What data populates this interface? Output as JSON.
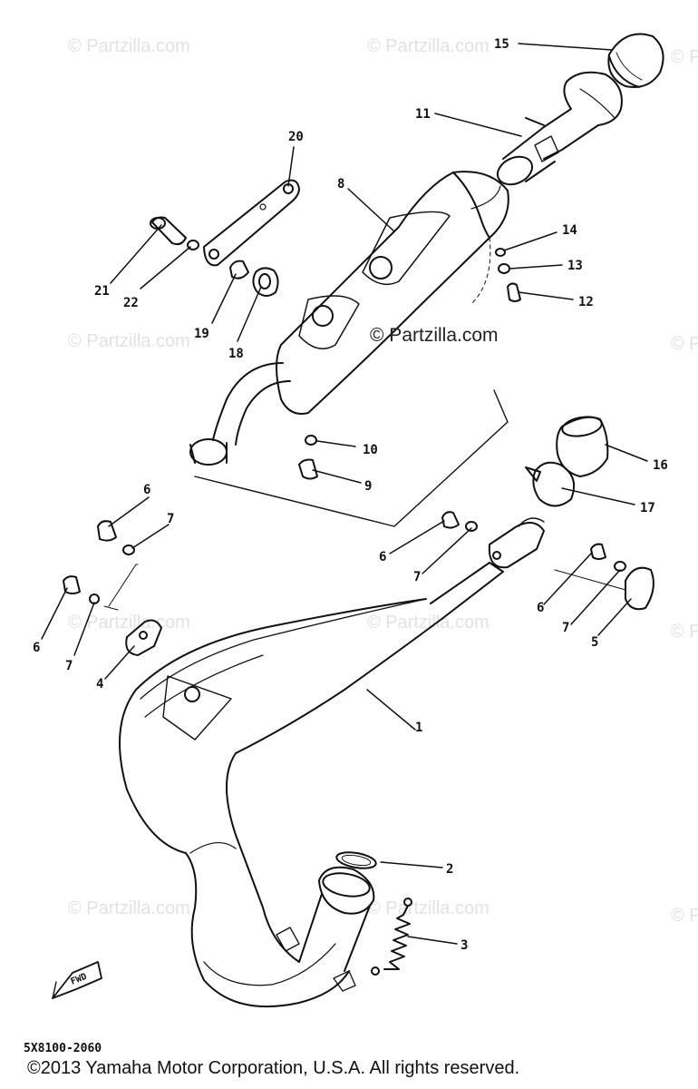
{
  "watermark": "© Partzilla.com",
  "center_watermark": "© Partzilla.com",
  "diagram_code": "5X8100-2060",
  "copyright": "©2013 Yamaha Motor Corporation, U.S.A. All rights reserved.",
  "fwd_label": "FWD",
  "callouts": [
    "15",
    "11",
    "20",
    "8",
    "14",
    "13",
    "12",
    "21",
    "22",
    "19",
    "18",
    "10",
    "9",
    "16",
    "17",
    "6",
    "7",
    "6",
    "7",
    "6",
    "7",
    "5",
    "4",
    "1",
    "2",
    "3"
  ]
}
